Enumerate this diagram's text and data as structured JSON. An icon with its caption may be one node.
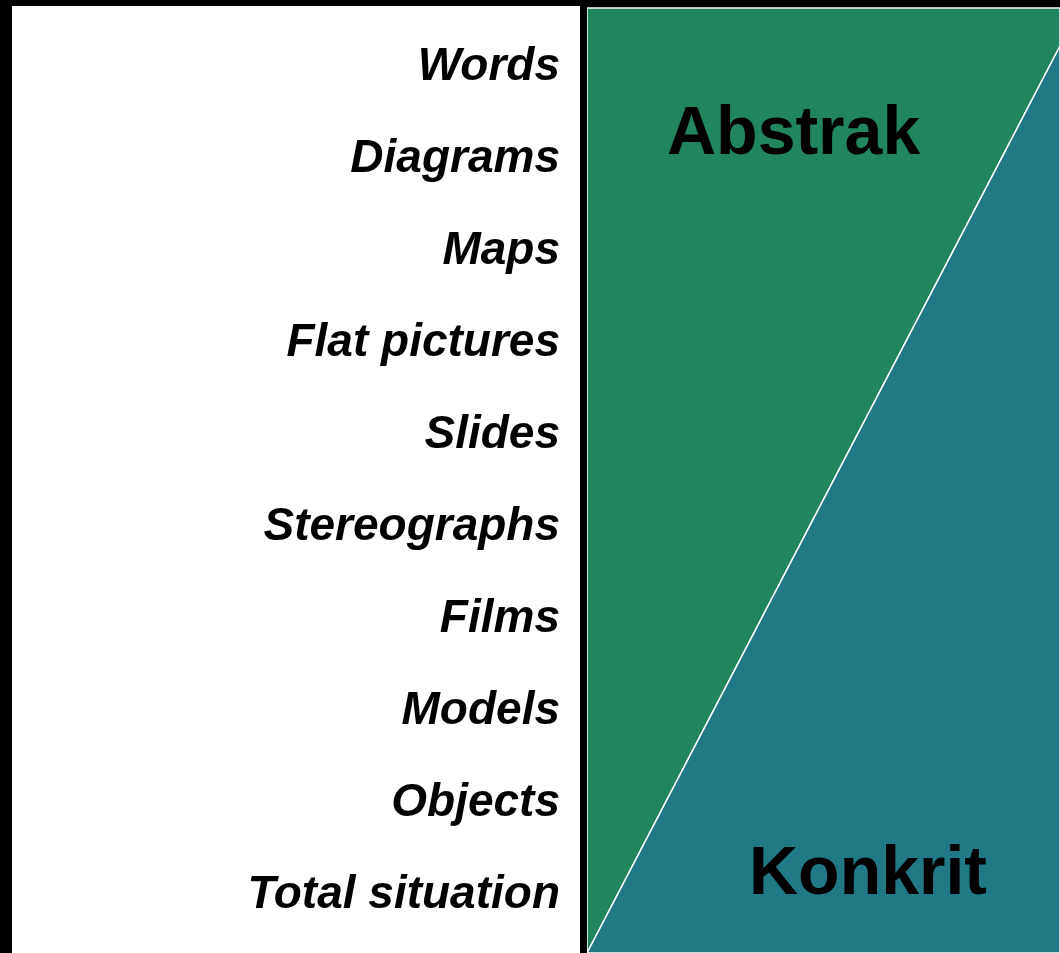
{
  "diagram": {
    "nodes": [
      {
        "text": [
          "Abstrak"
        ]
      },
      {
        "text": [
          "Konkrit"
        ]
      }
    ],
    "labels": [
      "Words",
      "Diagrams",
      "Maps",
      "Flat pictures",
      "Slides",
      "Stereographs",
      "Films",
      "Models",
      "Objects",
      "Total situation"
    ]
  }
}
